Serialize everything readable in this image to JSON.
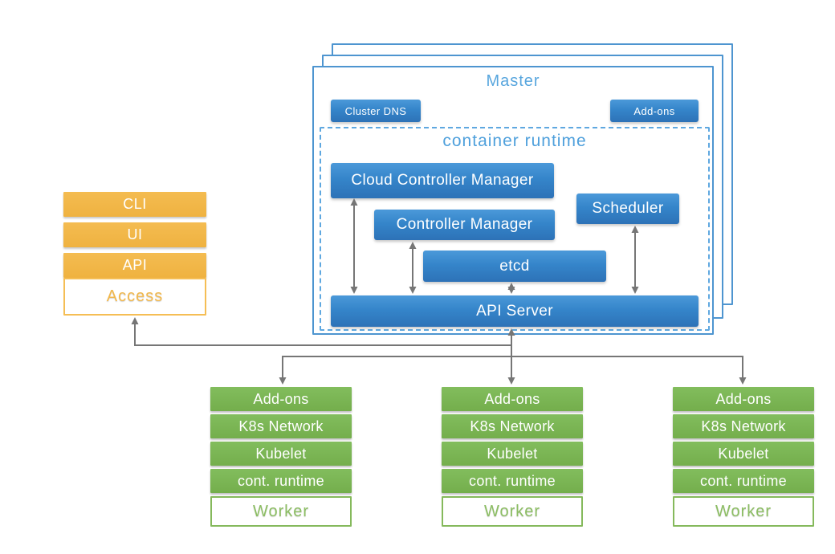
{
  "palette": {
    "blue": "#3585ca",
    "blue_title": "#58a6de",
    "dashed_border": "#5fa8e0",
    "orange": "#f2b84c",
    "green": "#7cb857",
    "arrow_gray": "#767676"
  },
  "access_stack": {
    "items": [
      "CLI",
      "UI",
      "API"
    ],
    "title": "Access"
  },
  "master": {
    "title": "Master",
    "cluster_dns_label": "Cluster DNS",
    "addons_label": "Add-ons",
    "runtime": {
      "title": "container runtime",
      "components": {
        "ccm": "Cloud Controller Manager",
        "cm": "Controller Manager",
        "scheduler": "Scheduler",
        "etcd": "etcd",
        "api_server": "API Server"
      }
    }
  },
  "workers": {
    "nodes": [
      {
        "rows": [
          "Add-ons",
          "K8s Network",
          "Kubelet",
          "cont. runtime"
        ],
        "title": "Worker"
      },
      {
        "rows": [
          "Add-ons",
          "K8s Network",
          "Kubelet",
          "cont. runtime"
        ],
        "title": "Worker"
      },
      {
        "rows": [
          "Add-ons",
          "K8s Network",
          "Kubelet",
          "cont. runtime"
        ],
        "title": "Worker"
      }
    ]
  }
}
